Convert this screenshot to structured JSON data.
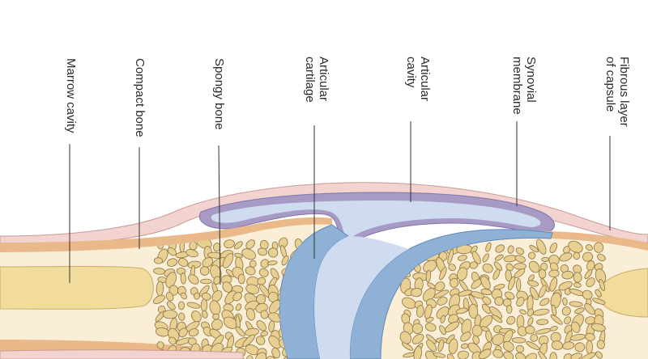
{
  "labels": {
    "fibrous_layer": "Fibrous layer\nof capsule",
    "synovial_membrane": "Synovial\nmembrane",
    "articular_cavity": "Articular\ncavity",
    "articular_cartilage": "Articular\ncartilage",
    "spongy_bone": "Spongy bone",
    "compact_bone": "Compact bone",
    "marrow_cavity": "Marrow cavity"
  },
  "colors": {
    "capsule": "#f3d3cf",
    "synovial": "#a79ac4",
    "cavity": "#cfdcf0",
    "cartilage": "#8fb1d6",
    "bone": "#fbeed6",
    "compact": "#e9b98a",
    "marrow": "#f2dc9c",
    "trabeculae": "#e8cf92"
  }
}
